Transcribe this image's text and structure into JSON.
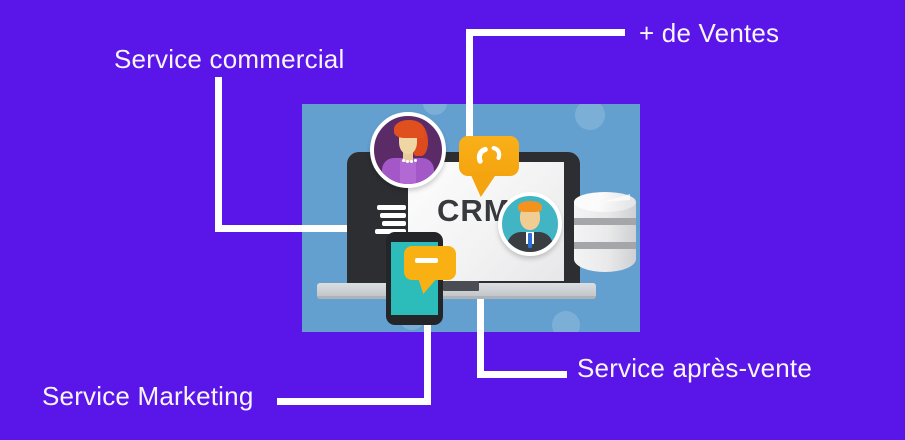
{
  "colors": {
    "background": "#5a16e8",
    "panel_blue": "#64a0cf",
    "accent_yellow": "#f8ab14",
    "teal_screen": "#2cbcba",
    "connector_white": "#ffffff"
  },
  "labels": {
    "top_left": "Service commercial",
    "top_right": "+ de Ventes",
    "bottom_left": "Service Marketing",
    "bottom_right": "Service après-vente"
  },
  "illustration": {
    "screen_title": "CRM",
    "icons": [
      "laptop-icon",
      "smartphone-icon",
      "database-icon",
      "woman-avatar-icon",
      "businessman-avatar-icon",
      "phone-call-bubble-icon",
      "message-bubble-icon",
      "menu-lines-icon"
    ]
  }
}
